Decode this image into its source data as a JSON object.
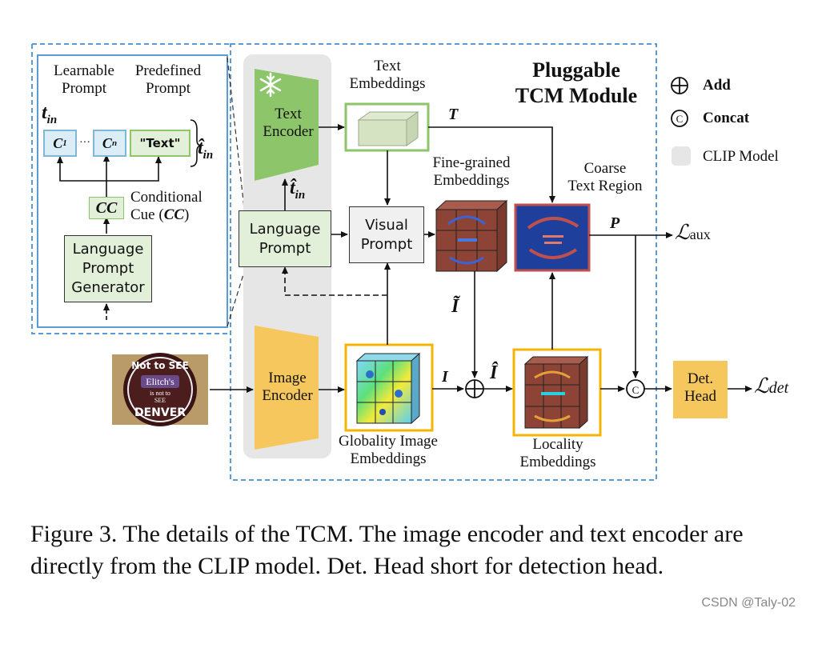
{
  "legend": {
    "add": "Add",
    "concat": "Concat",
    "clip_model": "CLIP Model",
    "concat_symbol": "C"
  },
  "module_title": "Pluggable\nTCM Module",
  "inset": {
    "learnable_prompt": "Learnable\nPrompt",
    "predefined_prompt": "Predefined\nPrompt",
    "t_in": "t",
    "t_in_sub": "in",
    "c1": "C",
    "c1_sub": "1",
    "dots": "···",
    "cn": "C",
    "cn_sub": "n",
    "text_token": "\"Text\"",
    "t_hat_in": "t̂",
    "t_hat_in_sub": "in",
    "cc": "CC",
    "conditional_cue": "Conditional\nCue (",
    "conditional_cue_abbr": "CC",
    "conditional_cue_end": ")",
    "generator": "Language\nPrompt\nGenerator"
  },
  "text_encoder": "Text\nEncoder",
  "image_encoder": "Image\nEncoder",
  "t_hat_in": "t̂",
  "t_hat_in_sub": "in",
  "language_prompt": "Language\nPrompt",
  "visual_prompt": "Visual\nPrompt",
  "text_embeddings": "Text\nEmbeddings",
  "T": "T",
  "fine_grained": "Fine-grained\nEmbeddings",
  "coarse_text_region": "Coarse\nText Region",
  "P": "P",
  "loss_aux": "ℒ",
  "loss_aux_sub": "aux",
  "I_tilde": "Ĩ",
  "I": "I",
  "I_hat": "Î",
  "globality": "Globality Image\nEmbeddings",
  "locality": "Locality\nEmbeddings",
  "det_head": "Det.\nHead",
  "loss_det": "ℒ",
  "loss_det_sub": "det",
  "input_image_text": {
    "top": "Not to SEE",
    "middle": "Elitch's",
    "small": "is not to\nSEE",
    "bottom": "DENVER"
  },
  "concat_symbol": "C",
  "caption": "Figure 3.  The details of the TCM. The image encoder and text encoder are directly from the CLIP model.  Det.  Head short for detection head.",
  "watermark": "CSDN @Taly-02",
  "colors": {
    "dashed_blue": "#5b9bd5",
    "clip_gray": "#e6e6e6",
    "green_encoder": "#8cc56a",
    "orange_encoder": "#f6c75c",
    "green_box": "#e2f0d9",
    "gray_box": "#f0f0f0",
    "orange_border": "#f5b400",
    "det_head": "#f6c75c",
    "red_border": "#c0504d"
  }
}
